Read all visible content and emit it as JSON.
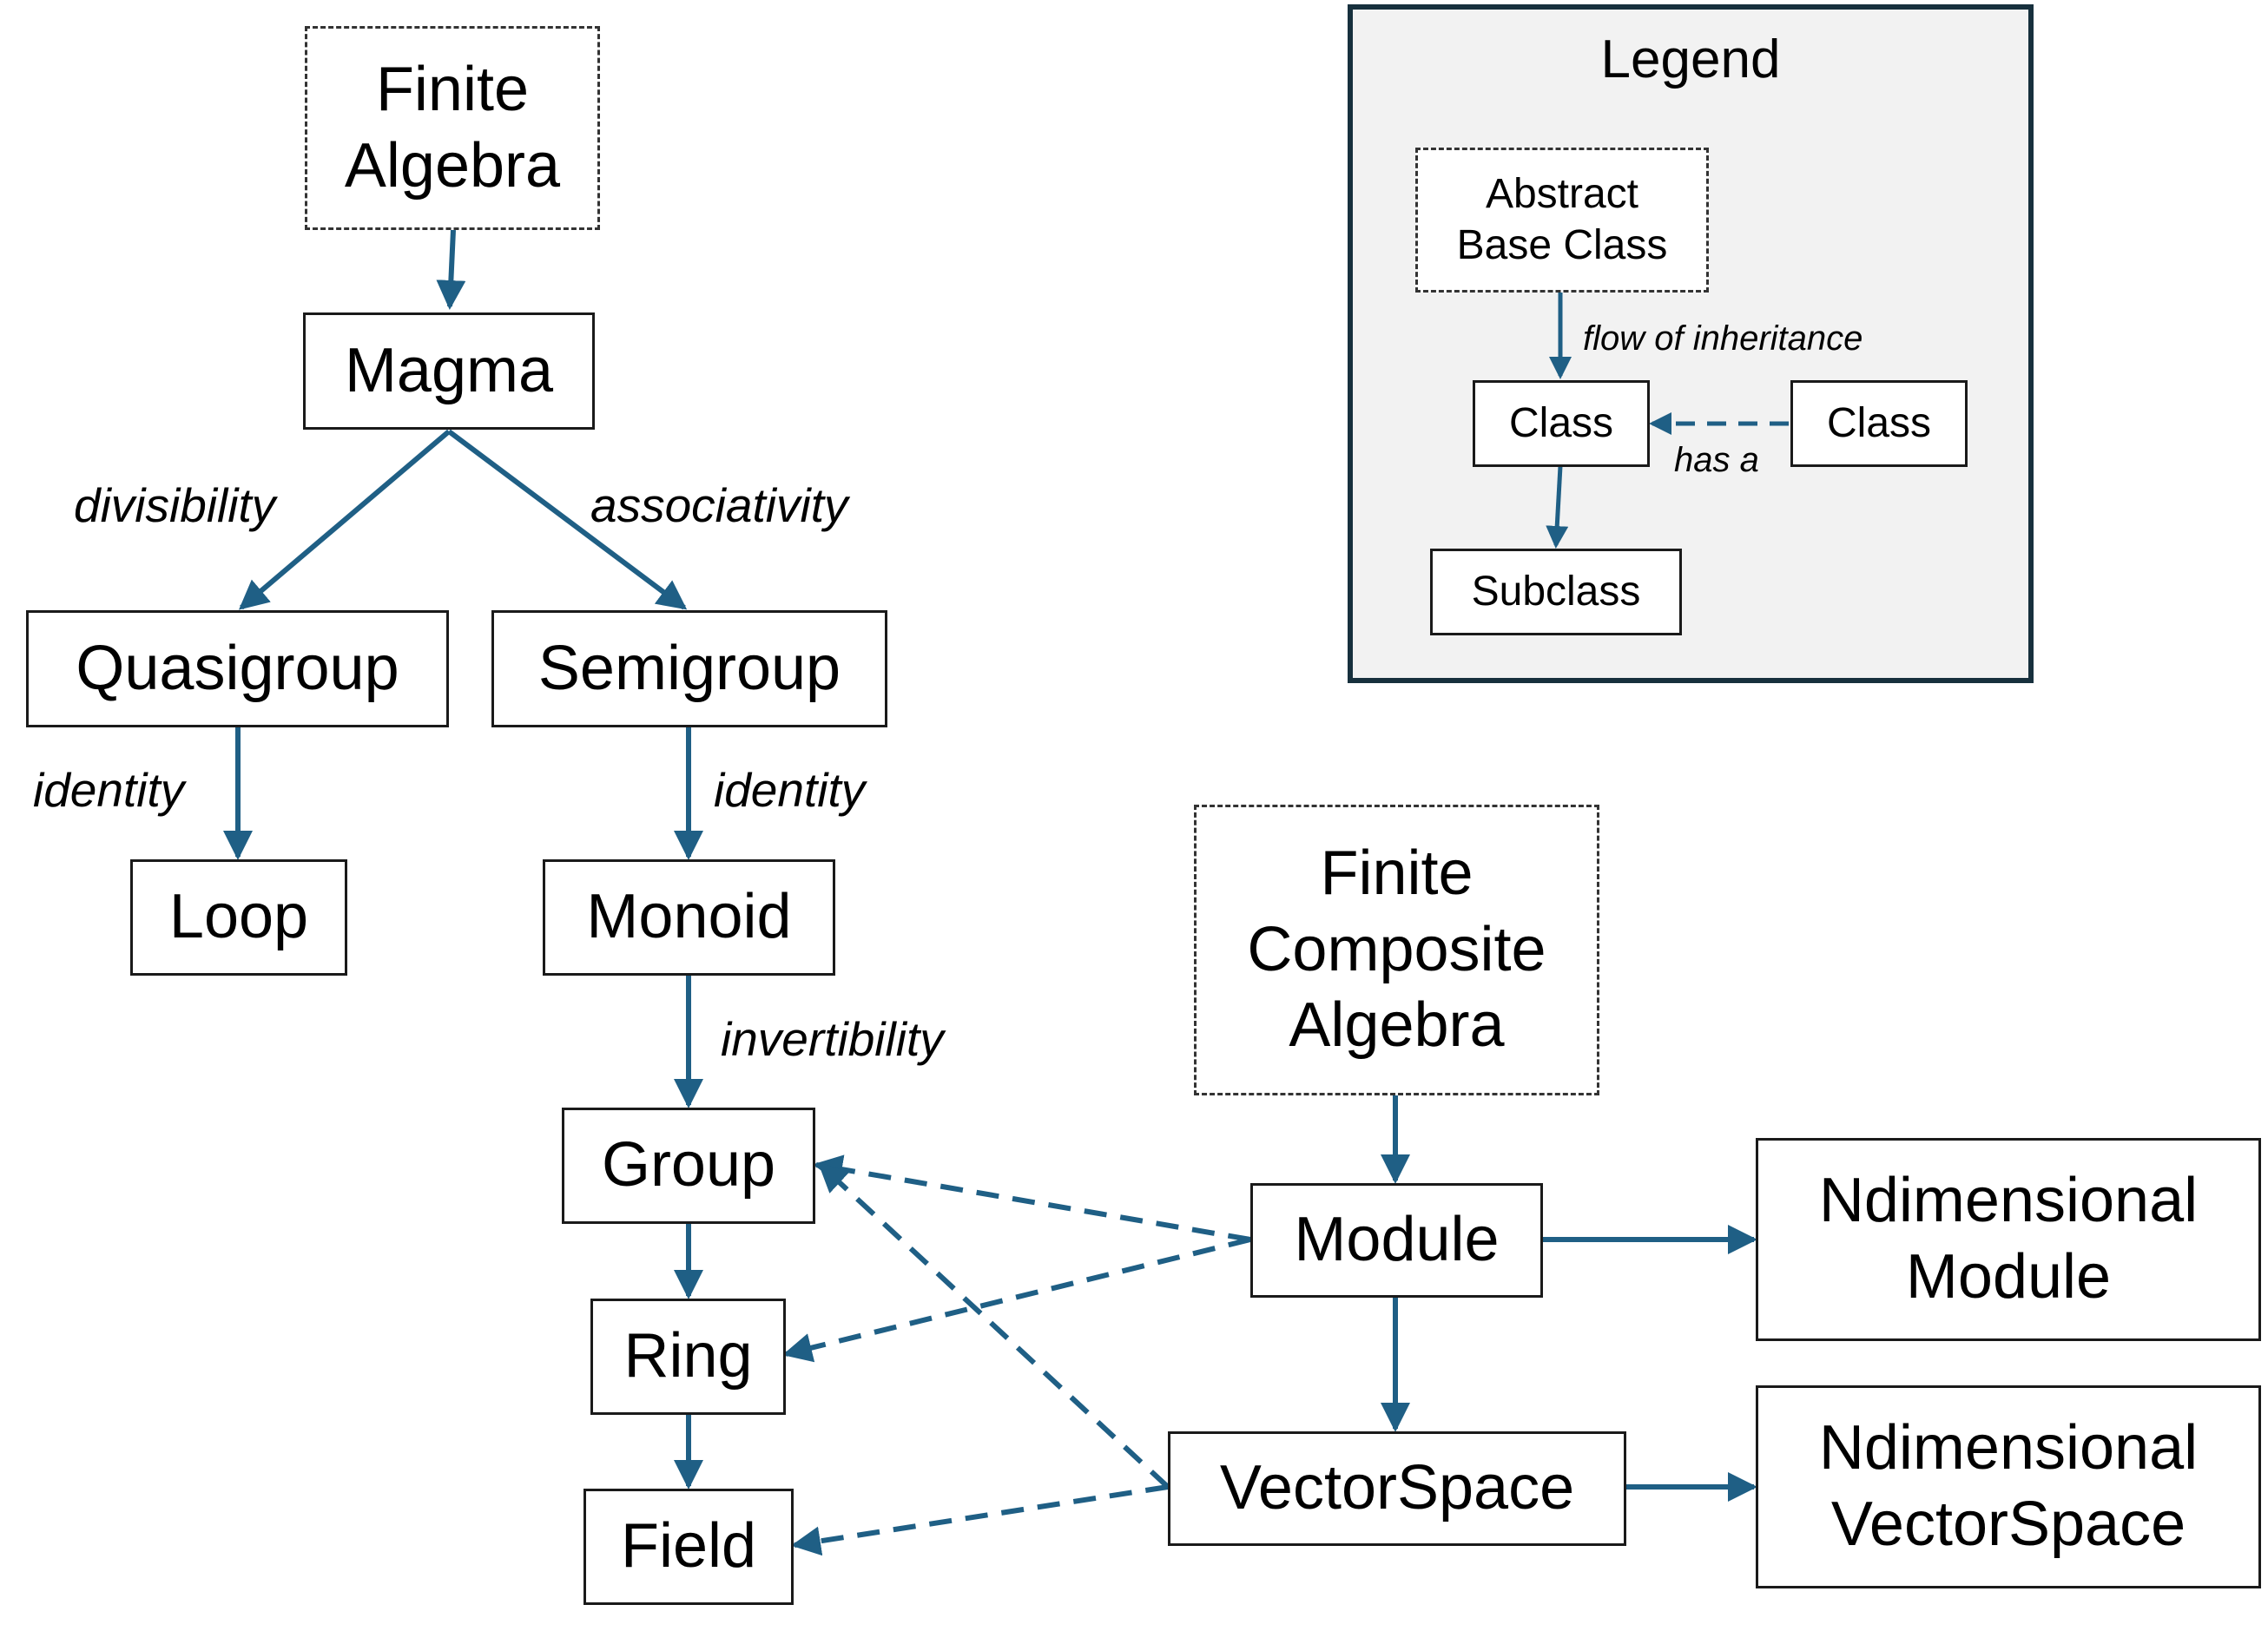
{
  "colors": {
    "arrow": "#1f5f85",
    "border": "#1a1a1a",
    "legend_bg": "#f2f2f2",
    "legend_border": "#17303d"
  },
  "nodes": {
    "finite_algebra": "Finite\nAlgebra",
    "magma": "Magma",
    "quasigroup": "Quasigroup",
    "semigroup": "Semigroup",
    "loop": "Loop",
    "monoid": "Monoid",
    "group": "Group",
    "ring": "Ring",
    "field": "Field",
    "finite_composite_algebra": "Finite\nComposite\nAlgebra",
    "module": "Module",
    "vectorspace": "VectorSpace",
    "ndim_module": "Ndimensional\nModule",
    "ndim_vectorspace": "Ndimensional\nVectorSpace"
  },
  "edge_labels": {
    "divisibility": "divisibility",
    "associativity": "associativity",
    "identity_loop": "identity",
    "identity_monoid": "identity",
    "invertibility": "invertibility"
  },
  "legend": {
    "title": "Legend",
    "abstract_base_class": "Abstract\nBase Class",
    "class_a": "Class",
    "class_b": "Class",
    "subclass": "Subclass",
    "flow_label": "flow of inheritance",
    "has_a_label": "has a"
  }
}
